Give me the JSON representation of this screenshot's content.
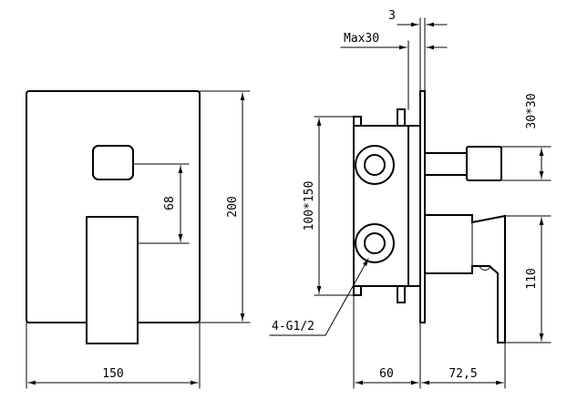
{
  "dimensions": {
    "front_width": "150",
    "front_height": "200",
    "spacing_68": "68",
    "side_box_height": "100*150",
    "thread_callout": "4-G1/2",
    "box_depth": "60",
    "handle_projection": "72,5",
    "handle_height": "110",
    "top_knob": "30*30",
    "plate_thickness": "3",
    "max_depth": "Max30"
  }
}
